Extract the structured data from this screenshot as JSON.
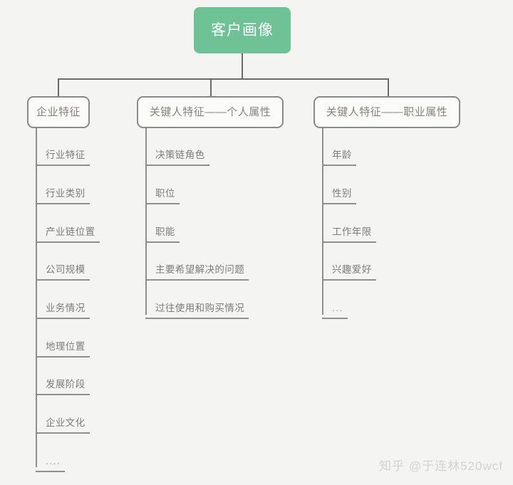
{
  "diagram": {
    "type": "tree",
    "background_color": "#f4f4f2",
    "root": {
      "label": "客户画像",
      "fill_color": "#6ec295",
      "text_color": "#ffffff"
    },
    "branches": [
      {
        "label": "企业特征",
        "children": [
          "行业特征",
          "行业类别",
          "产业链位置",
          "公司规模",
          "业务情况",
          "地理位置",
          "发展阶段",
          "企业文化",
          "...."
        ]
      },
      {
        "label": "关键人特征——个人属性",
        "children": [
          "决策链角色",
          "职位",
          "职能",
          "主要希望解决的问题",
          "过往使用和购买情况"
        ]
      },
      {
        "label": "关键人特征——职业属性",
        "children": [
          "年龄",
          "性别",
          "工作年限",
          "兴趣爱好",
          "..."
        ]
      }
    ],
    "node_border_color": "#8a8a8a",
    "node_text_color": "#8b8178",
    "leaf_text_color": "#7d7d7d",
    "connector_color": "#6b6b6b"
  },
  "watermark": {
    "text": "知乎 @于连林520wcf"
  }
}
